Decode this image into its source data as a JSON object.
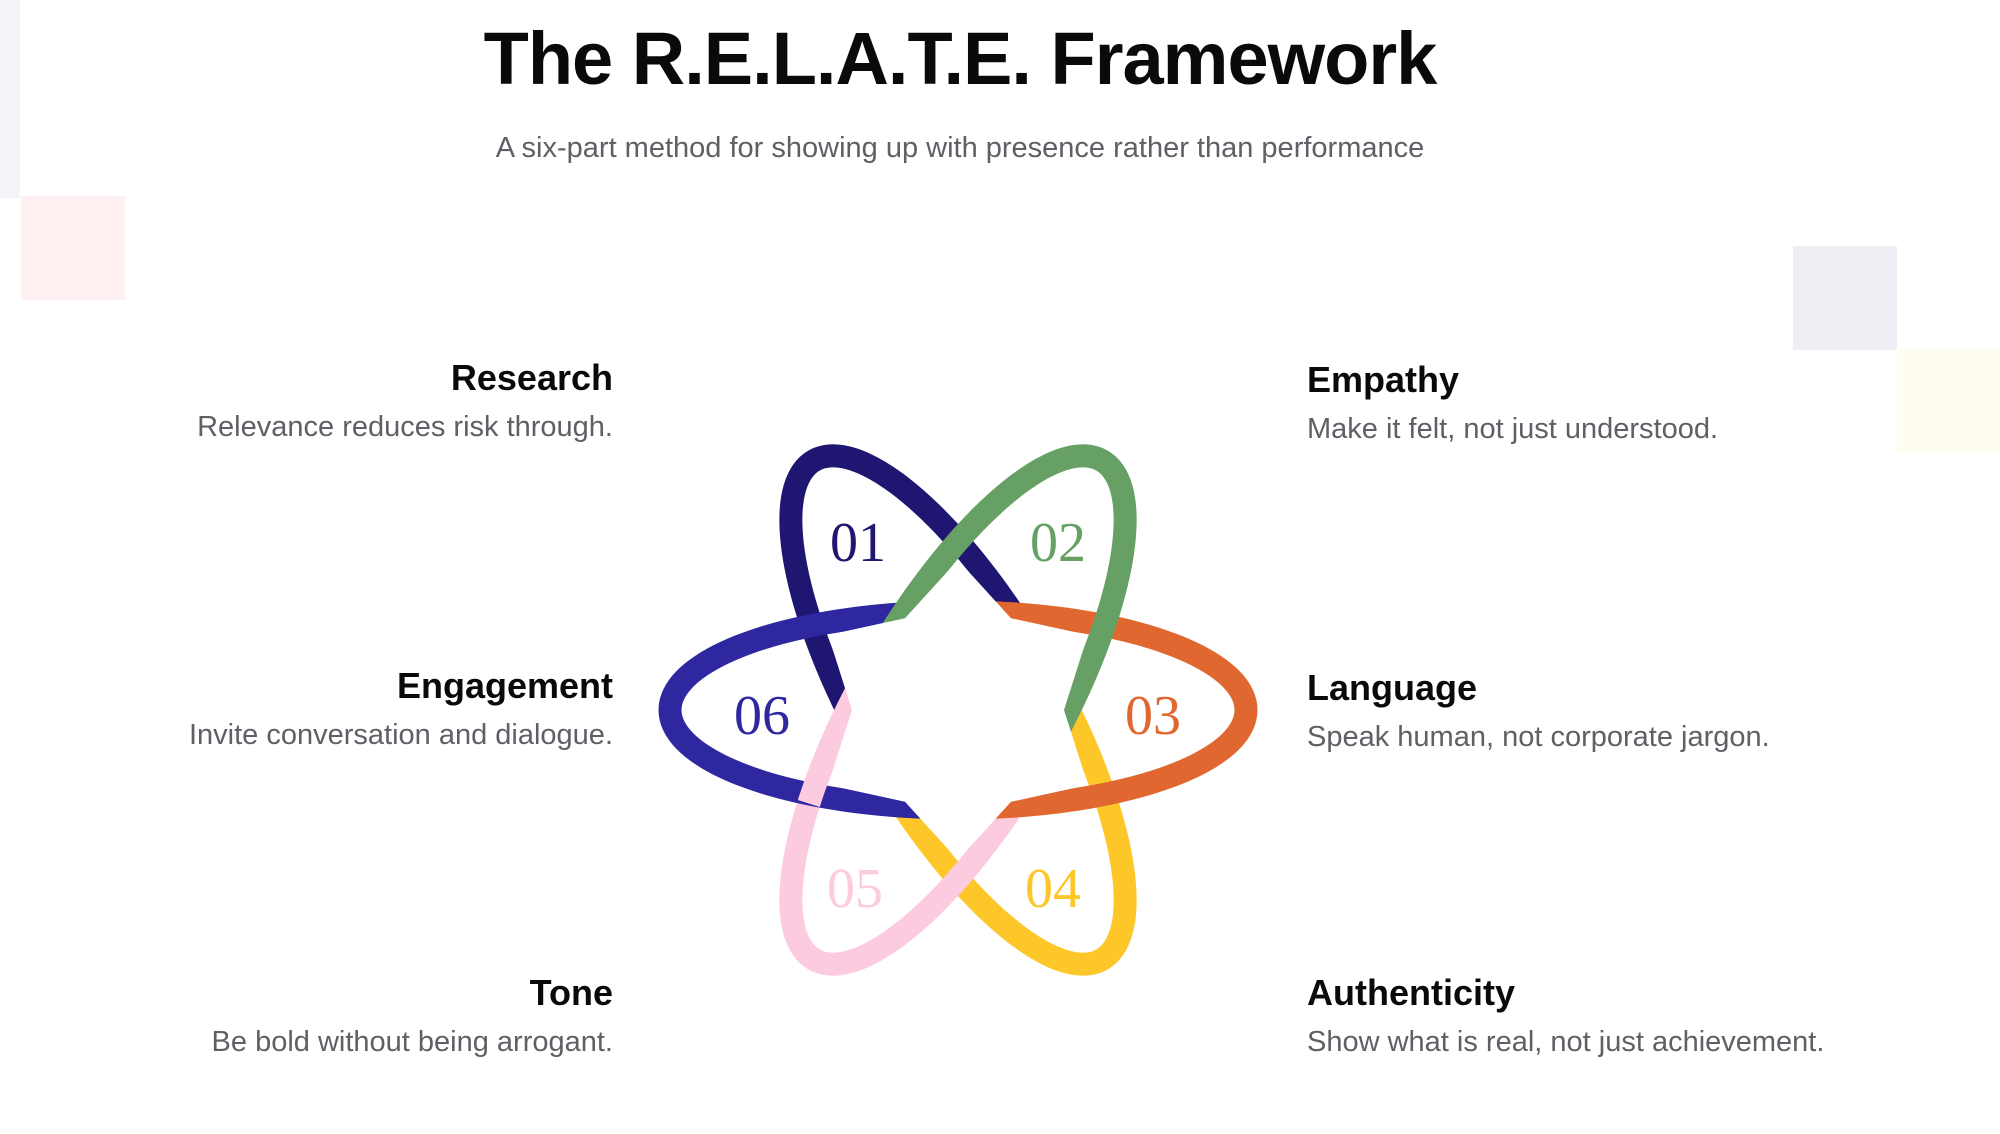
{
  "title": "The R.E.L.A.T.E. Framework",
  "subtitle": "A six-part method for showing up with presence rather than performance",
  "items": [
    {
      "number": "01",
      "heading": "Research",
      "description": "Relevance reduces risk through.",
      "color": "#1e1670"
    },
    {
      "number": "02",
      "heading": "Empathy",
      "description": "Make it felt, not just understood.",
      "color": "#67a064"
    },
    {
      "number": "03",
      "heading": "Language",
      "description": "Speak human, not corporate jargon.",
      "color": "#e06830"
    },
    {
      "number": "04",
      "heading": "Authenticity",
      "description": "Show what is real, not just achievement.",
      "color": "#fdc72a"
    },
    {
      "number": "05",
      "heading": "Tone",
      "description": "Be bold without being arrogant.",
      "color": "#fccbe0"
    },
    {
      "number": "06",
      "heading": "Engagement",
      "description": "Invite conversation and dialogue.",
      "color": "#2e27a0"
    }
  ]
}
